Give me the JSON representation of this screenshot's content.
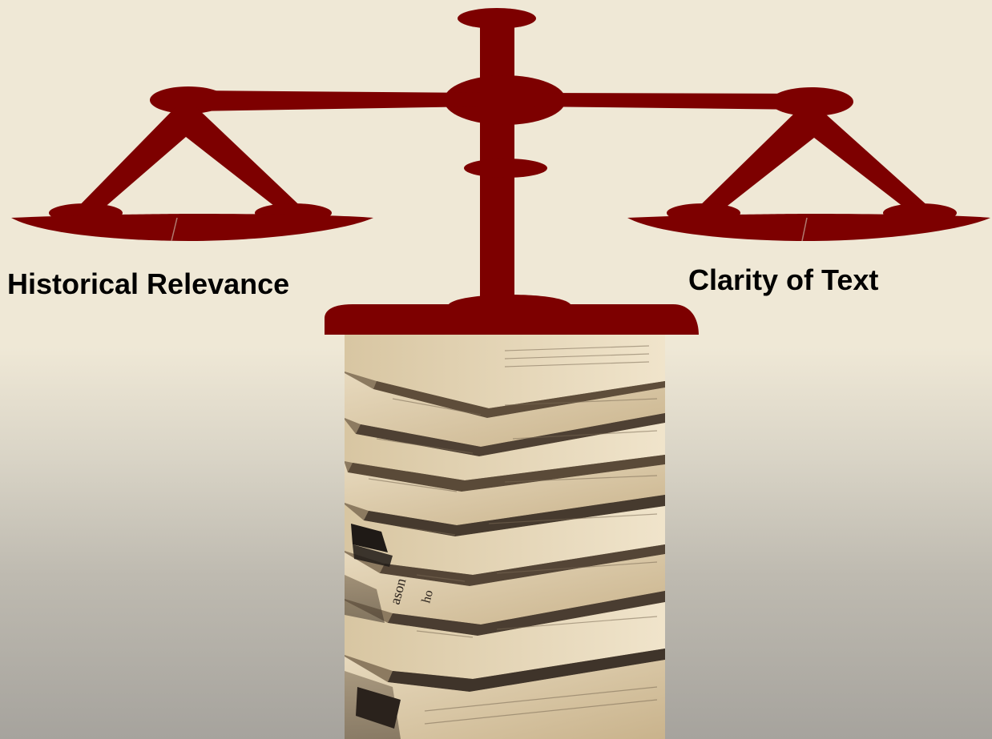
{
  "labels": {
    "left": "Historical Relevance",
    "right": "Clarity of Text"
  },
  "photo": {
    "subject": "stack of folded newspapers",
    "visible_print": [
      "ason",
      "ho"
    ]
  },
  "colors": {
    "scale": "#7d0000",
    "background_top": "#efe8d6",
    "background_bottom": "#a6a39d",
    "label_text": "#000000"
  },
  "icons": {
    "scale": "balance-scale-icon"
  }
}
